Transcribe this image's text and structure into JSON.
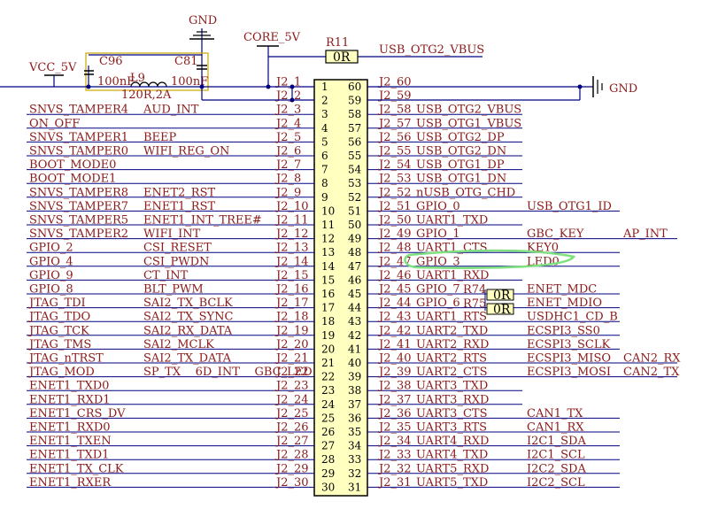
{
  "colors": {
    "wire": "#000080",
    "text": "#8b1a1a",
    "component": "#c8a800",
    "highlight": "#7ee07e",
    "connector_fill": "#ffffc0"
  },
  "connector_pins": [
    {
      "l": "1",
      "r": "60"
    },
    {
      "l": "2",
      "r": "59"
    },
    {
      "l": "3",
      "r": "58"
    },
    {
      "l": "4",
      "r": "57"
    },
    {
      "l": "5",
      "r": "56"
    },
    {
      "l": "6",
      "r": "55"
    },
    {
      "l": "7",
      "r": "54"
    },
    {
      "l": "8",
      "r": "53"
    },
    {
      "l": "9",
      "r": "52"
    },
    {
      "l": "10",
      "r": "51"
    },
    {
      "l": "11",
      "r": "50"
    },
    {
      "l": "12",
      "r": "49"
    },
    {
      "l": "13",
      "r": "48"
    },
    {
      "l": "14",
      "r": "47"
    },
    {
      "l": "15",
      "r": "46"
    },
    {
      "l": "16",
      "r": "45"
    },
    {
      "l": "17",
      "r": "44"
    },
    {
      "l": "18",
      "r": "43"
    },
    {
      "l": "19",
      "r": "42"
    },
    {
      "l": "20",
      "r": "41"
    },
    {
      "l": "21",
      "r": "40"
    },
    {
      "l": "22",
      "r": "39"
    },
    {
      "l": "23",
      "r": "38"
    },
    {
      "l": "24",
      "r": "37"
    },
    {
      "l": "25",
      "r": "36"
    },
    {
      "l": "26",
      "r": "35"
    },
    {
      "l": "27",
      "r": "34"
    },
    {
      "l": "28",
      "r": "33"
    },
    {
      "l": "29",
      "r": "32"
    },
    {
      "l": "30",
      "r": "31"
    }
  ],
  "left_rows": [
    {
      "j": "J2_1",
      "a": "",
      "b": ""
    },
    {
      "j": "J2_2",
      "a": "",
      "b": ""
    },
    {
      "j": "J2_3",
      "a": "SNVS_TAMPER4",
      "b": "AUD_INT"
    },
    {
      "j": "J2_4",
      "a": "ON_OFF",
      "b": ""
    },
    {
      "j": "J2_5",
      "a": "SNVS_TAMPER1",
      "b": "BEEP"
    },
    {
      "j": "J2_6",
      "a": "SNVS_TAMPER0",
      "b": "WIFI_REG_ON"
    },
    {
      "j": "J2_7",
      "a": "BOOT_MODE0",
      "b": ""
    },
    {
      "j": "J2_8",
      "a": "BOOT_MODE1",
      "b": ""
    },
    {
      "j": "J2_9",
      "a": "SNVS_TAMPER8",
      "b": "ENET2_RST"
    },
    {
      "j": "J2_10",
      "a": "SNVS_TAMPER7",
      "b": "ENET1_RST"
    },
    {
      "j": "J2_11",
      "a": "SNVS_TAMPER5",
      "b": "ENET1_INT_TREE#"
    },
    {
      "j": "J2_12",
      "a": "SNVS_TAMPER2",
      "b": "WIFI_INT"
    },
    {
      "j": "J2_13",
      "a": "GPIO_2",
      "b": "CSI_RESET"
    },
    {
      "j": "J2_14",
      "a": "GPIO_4",
      "b": "CSI_PWDN"
    },
    {
      "j": "J2_15",
      "a": "GPIO_9",
      "b": "CT_INT"
    },
    {
      "j": "J2_16",
      "a": "GPIO_8",
      "b": "BLT_PWM"
    },
    {
      "j": "J2_17",
      "a": "JTAG_TDI",
      "b": "SAI2_TX_BCLK"
    },
    {
      "j": "J2_18",
      "a": "JTAG_TDO",
      "b": "SAI2_TX_SYNC"
    },
    {
      "j": "J2_19",
      "a": "JTAG_TCK",
      "b": "SAI2_RX_DATA"
    },
    {
      "j": "J2_20",
      "a": "JTAG_TMS",
      "b": "SAI2_MCLK"
    },
    {
      "j": "J2_21",
      "a": "JTAG_nTRST",
      "b": "SAI2_TX_DATA"
    },
    {
      "j": "J2_22",
      "a": "JTAG_MOD",
      "b": "SP_TX    6D_INT    GBC_LED"
    },
    {
      "j": "J2_23",
      "a": "ENET1_TXD0",
      "b": ""
    },
    {
      "j": "J2_24",
      "a": "ENET1_RXD1",
      "b": ""
    },
    {
      "j": "J2_25",
      "a": "ENET1_CRS_DV",
      "b": ""
    },
    {
      "j": "J2_26",
      "a": "ENET1_RXD0",
      "b": ""
    },
    {
      "j": "J2_27",
      "a": "ENET1_TXEN",
      "b": ""
    },
    {
      "j": "J2_28",
      "a": "ENET1_TXD1",
      "b": ""
    },
    {
      "j": "J2_29",
      "a": "ENET1_TX_CLK",
      "b": ""
    },
    {
      "j": "J2_30",
      "a": "ENET1_RXER",
      "b": ""
    }
  ],
  "right_rows": [
    {
      "j": "J2_60",
      "a": "",
      "b": "",
      "c": ""
    },
    {
      "j": "J2_59",
      "a": "",
      "b": "",
      "c": ""
    },
    {
      "j": "J2_58",
      "a": "USB_OTG2_VBUS",
      "b": "",
      "c": ""
    },
    {
      "j": "J2_57",
      "a": "USB_OTG1_VBUS",
      "b": "",
      "c": ""
    },
    {
      "j": "J2_56",
      "a": "USB_OTG2_DP",
      "b": "",
      "c": ""
    },
    {
      "j": "J2_55",
      "a": "USB_OTG2_DN",
      "b": "",
      "c": ""
    },
    {
      "j": "J2_54",
      "a": "USB_OTG1_DP",
      "b": "",
      "c": ""
    },
    {
      "j": "J2_53",
      "a": "USB_OTG1_DN",
      "b": "",
      "c": ""
    },
    {
      "j": "J2_52",
      "a": "nUSB_OTG_CHD",
      "b": "",
      "c": ""
    },
    {
      "j": "J2_51",
      "a": "GPIO_0",
      "b": "USB_OTG1_ID",
      "c": ""
    },
    {
      "j": "J2_50",
      "a": "UART1_TXD",
      "b": "",
      "c": ""
    },
    {
      "j": "J2_49",
      "a": "GPIO_1",
      "b": "GBC_KEY",
      "c": "AP_INT"
    },
    {
      "j": "J2_48",
      "a": "UART1_CTS",
      "b": "KEY0",
      "c": ""
    },
    {
      "j": "J2_47",
      "a": "GPIO_3",
      "b": "LED0",
      "c": ""
    },
    {
      "j": "J2_46",
      "a": "UART1_RXD",
      "b": "",
      "c": ""
    },
    {
      "j": "J2_45",
      "a": "GPIO_7",
      "b": "ENET_MDC",
      "c": ""
    },
    {
      "j": "J2_44",
      "a": "GPIO_6",
      "b": "ENET_MDIO",
      "c": ""
    },
    {
      "j": "J2_43",
      "a": "UART1_RTS",
      "b": "USDHC1_CD_B",
      "c": ""
    },
    {
      "j": "J2_42",
      "a": "UART2_TXD",
      "b": "ECSPI3_SS0",
      "c": ""
    },
    {
      "j": "J2_41",
      "a": "UART2_RXD",
      "b": "ECSPI3_SCLK",
      "c": ""
    },
    {
      "j": "J2_40",
      "a": "UART2_RTS",
      "b": "ECSPI3_MISO",
      "c": "CAN2_RX"
    },
    {
      "j": "J2_39",
      "a": "UART2_CTS",
      "b": "ECSPI3_MOSI",
      "c": "CAN2_TX"
    },
    {
      "j": "J2_38",
      "a": "UART3_TXD",
      "b": "",
      "c": ""
    },
    {
      "j": "J2_37",
      "a": "UART3_RXD",
      "b": "",
      "c": ""
    },
    {
      "j": "J2_36",
      "a": "UART3_CTS",
      "b": "CAN1_TX",
      "c": ""
    },
    {
      "j": "J2_35",
      "a": "UART3_RTS",
      "b": "CAN1_RX",
      "c": ""
    },
    {
      "j": "J2_34",
      "a": "UART4_RXD",
      "b": "I2C1_SDA",
      "c": ""
    },
    {
      "j": "J2_33",
      "a": "UART4_TXD",
      "b": "I2C1_SCL",
      "c": ""
    },
    {
      "j": "J2_32",
      "a": "UART5_RXD",
      "b": "I2C2_SDA",
      "c": ""
    },
    {
      "j": "J2_31",
      "a": "UART5_TXD",
      "b": "I2C2_SCL",
      "c": ""
    }
  ],
  "top": {
    "gnd_top": "GND",
    "core": "CORE_5V",
    "r11_ref": "R11",
    "r11_val": "0R",
    "usb": "USB_OTG2_VBUS",
    "vcc": "VCC_5V",
    "c96_ref": "C96",
    "c96_val": "100nF",
    "l9_ref": "L9",
    "l9_val": "120R,2A",
    "c81_ref": "C81",
    "c81_val": "100nF",
    "gnd_right": "GND"
  },
  "resistors": {
    "r74_ref": "R74",
    "r74_val": "0R",
    "r75_ref": "R75",
    "r75_val": "0R"
  }
}
